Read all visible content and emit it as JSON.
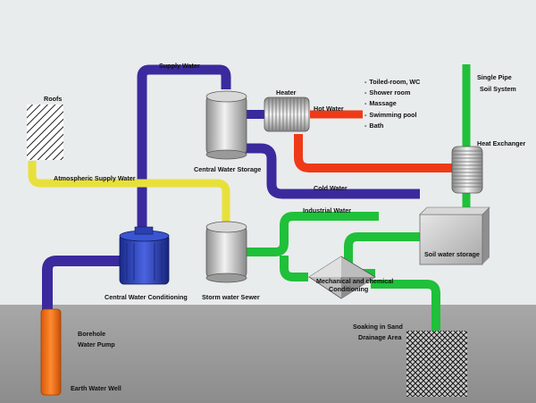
{
  "colors": {
    "background": "#e9ecec",
    "ground": "#9a9a9a",
    "supply_pipe": "#3a2a9e",
    "atmospheric_pipe": "#e8e03a",
    "hot_pipe": "#ee3a18",
    "industrial_pipe": "#1fc03a",
    "pump": "#f26a12",
    "tank": "#b9b9b9",
    "conditioning_tank": "#2a3fb8"
  },
  "labels": {
    "roofs": "Roofs",
    "supply_water": "Supply Water",
    "heater": "Heater",
    "hot_water": "Hot Water",
    "central_water_storage": "Central Water Storage",
    "atmospheric_supply_water": "Atmospheric Supply Water",
    "cold_water": "Cold Water",
    "industrial_water": "Industrial Water",
    "single_pipe_line1": "Single Pipe",
    "single_pipe_line2": "Soil System",
    "heat_exchanger": "Heat Exchanger",
    "soil_water_storage": "Soil water storage",
    "mechanical_line1": "Mechanical and chemical",
    "mechanical_line2": "Conditioning",
    "central_water_conditioning": "Central Water Conditioning",
    "storm_water_sewer": "Storm water Sewer",
    "borehole_line1": "Borehole",
    "borehole_line2": "Water Pump",
    "earth_water_well": "Earth Water Well",
    "soaking_line1": "Soaking in Sand",
    "soaking_line2": "Drainage Area"
  },
  "hot_water_uses": [
    "Toiled-room, WC",
    "Shower room",
    "Massage",
    "Swimming pool",
    "Bath"
  ]
}
